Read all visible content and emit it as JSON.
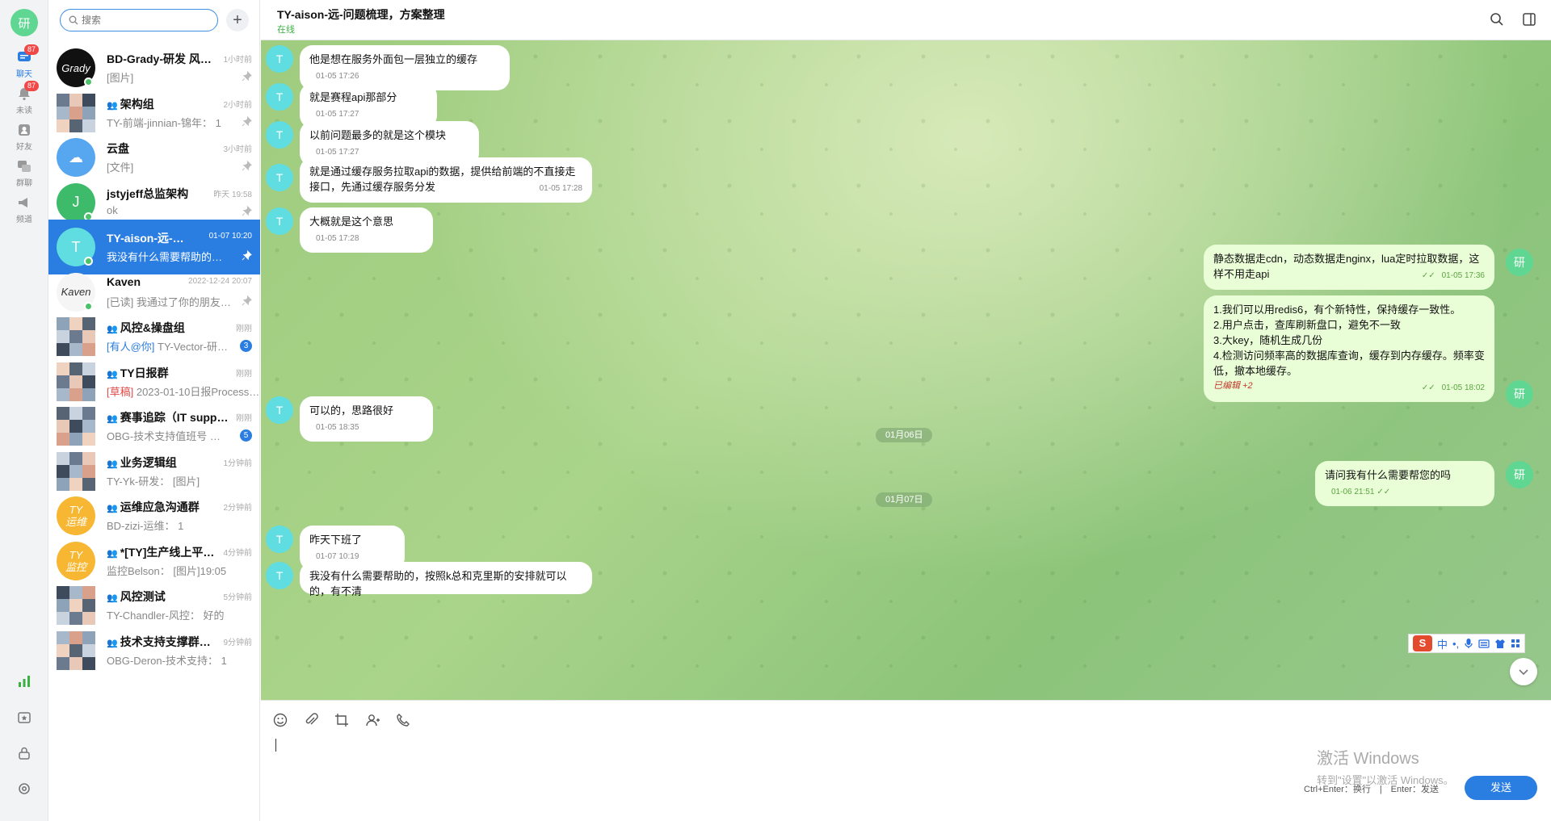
{
  "rail": {
    "avatar_text": "研",
    "items": [
      {
        "label": "聊天",
        "badge": "87"
      },
      {
        "label": "未读",
        "badge": "87"
      },
      {
        "label": "好友"
      },
      {
        "label": "群聊"
      },
      {
        "label": "频道"
      }
    ]
  },
  "search": {
    "placeholder": "搜索"
  },
  "chats": [
    {
      "name": "BD-Grady-研发 风…",
      "time": "1小时前",
      "preview": "[图片]",
      "avatar_text": "Grady",
      "avatar_color": "#111111",
      "online": true,
      "pinned": true
    },
    {
      "name": "架构组",
      "time": "2小时前",
      "preview": "TY-前端-jinnian-锦年： 1",
      "group": true,
      "avatar_color": "#7f8fa6",
      "pinned": true
    },
    {
      "name": "云盘",
      "time": "3小时前",
      "preview": "[文件]",
      "avatar_text": "☁",
      "avatar_color": "#56a7f0",
      "pinned": true
    },
    {
      "name": "jstyjeff总监架构",
      "time": "昨天 19:58",
      "preview": "ok",
      "avatar_text": "J",
      "avatar_color": "#3dbb6b",
      "online": true,
      "pinned": true
    },
    {
      "name": "TY-aison-远-…",
      "time": "01-07 10:20",
      "preview": "我没有什么需要帮助的…",
      "avatar_text": "T",
      "avatar_color": "#5fdde0",
      "online": true,
      "pinned": true,
      "active": true
    },
    {
      "name": "Kaven",
      "time": "2022-12-24 20:07",
      "preview": "[已读] 我通过了你的朋友…",
      "avatar_text": "Kaven",
      "avatar_color": "#f5f5f5",
      "online": true,
      "pinned": true
    },
    {
      "name": "风控&操盘组",
      "time": "刚刚",
      "tag": "[有人@你]",
      "preview": " TY-Vector-研…",
      "group": true,
      "avatar_color": "#8aa",
      "unread": "3"
    },
    {
      "name": "TY日报群",
      "time": "刚刚",
      "draft": "[草稿]",
      "preview": " 2023-01-10日报Process…",
      "group": true,
      "avatar_color": "#a88"
    },
    {
      "name": "赛事追踪（IT supp…",
      "time": "刚刚",
      "preview": "OBG-技术支持值班号 …",
      "group": true,
      "avatar_color": "#e4b020",
      "unread": "5"
    },
    {
      "name": "业务逻辑组",
      "time": "1分钟前",
      "preview": "TY-Yk-研发： [图片]",
      "group": true,
      "avatar_color": "#889"
    },
    {
      "name": "运维应急沟通群",
      "time": "2分钟前",
      "preview": "BD-zizi-运维： 1",
      "group": true,
      "avatar_text": "TY\n运维",
      "avatar_color": "#f7b733"
    },
    {
      "name": "*[TY]生产线上平…",
      "time": "4分钟前",
      "preview": "监控Belson： [图片]19:05",
      "group": true,
      "avatar_text": "TY\n监控",
      "avatar_color": "#f7b733"
    },
    {
      "name": "风控测试",
      "time": "5分钟前",
      "preview": "TY-Chandler-风控： 好的",
      "group": true,
      "avatar_color": "#9a8"
    },
    {
      "name": "技术支持支撑群…",
      "time": "9分钟前",
      "preview": "OBG-Deron-技术支持： 1",
      "group": true,
      "avatar_color": "#88a"
    }
  ],
  "conversation": {
    "title": "TY-aison-远-问题梳理，方案整理",
    "status": "在线"
  },
  "messages": [
    {
      "dir": "in",
      "text": "他是想在服务外面包一层独立的缓存",
      "time": "01-05 17:26"
    },
    {
      "dir": "in",
      "text": "就是赛程api那部分",
      "time": "01-05 17:27"
    },
    {
      "dir": "in",
      "text": "以前问题最多的就是这个模块",
      "time": "01-05 17:27"
    },
    {
      "dir": "in",
      "text": "就是通过缓存服务拉取api的数据，提供给前端的不直接走接口，先通过缓存服务分发",
      "time": "01-05 17:28"
    },
    {
      "dir": "in",
      "text": "大概就是这个意思",
      "time": "01-05 17:28"
    },
    {
      "dir": "out",
      "text": "静态数据走cdn，动态数据走nginx，lua定时拉取数据，这样不用走api",
      "time": "01-05 17:36"
    },
    {
      "dir": "out",
      "lines": [
        "1.我们可以用redis6，有个新特性，保持缓存一致性。",
        "2.用户点击，查库刷新盘口，避免不一致",
        "3.大key，随机生成几份",
        "4.检测访问频率高的数据库查询，缓存到内存缓存。频率变低，撤本地缓存。"
      ],
      "time": "01-05 18:02",
      "edited": "已编辑 +2"
    },
    {
      "dir": "in",
      "text": "可以的，思路很好",
      "time": "01-05 18:35"
    },
    {
      "dir": "out",
      "text": "请问我有什么需要帮您的吗",
      "time": "01-06 21:51"
    },
    {
      "dir": "in",
      "text": "昨天下班了",
      "time": "01-07 10:19"
    },
    {
      "dir": "in",
      "text": "我没有什么需要帮助的，按照k总和克里斯的安排就可以的，有不清"
    }
  ],
  "day_dividers": [
    "01月06日",
    "01月07日"
  ],
  "avatar_letters": {
    "peer": "T",
    "me": "研"
  },
  "ime": {
    "lang": "中",
    "punct": "•,"
  },
  "composer": {
    "hint": "Ctrl+Enter：换行　|　Enter：发送",
    "send_label": "发送"
  },
  "os_watermark": {
    "line1": "激活 Windows",
    "line2": "转到\"设置\"以激活 Windows。"
  },
  "colors": {
    "accent": "#2a7de1",
    "online": "#4cc26b",
    "badge": "#f04747",
    "out_bubble": "#e9fdd6"
  }
}
